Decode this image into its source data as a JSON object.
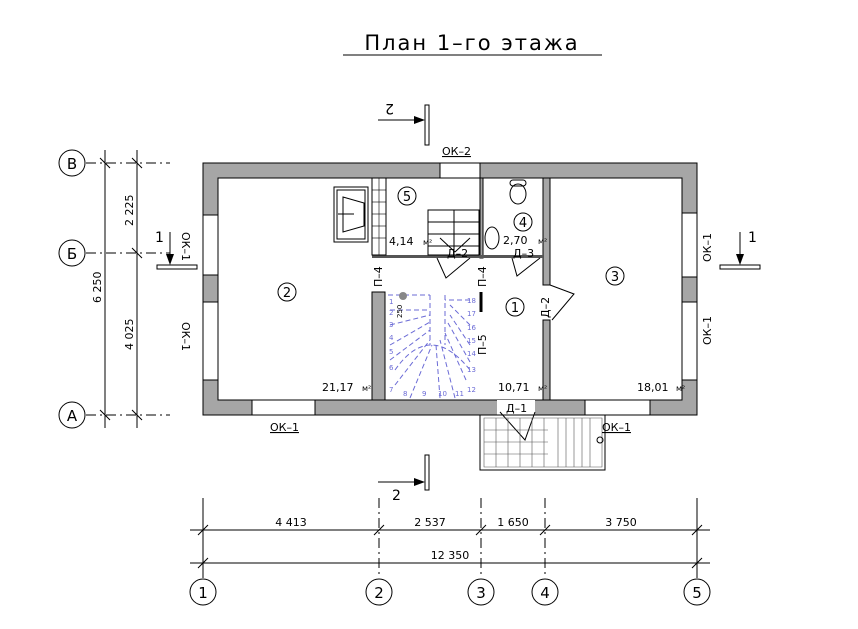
{
  "title": "План 1–го этажа",
  "rooms": [
    {
      "num": "1",
      "area": "10,71",
      "unit": "м²"
    },
    {
      "num": "2",
      "area": "21,17",
      "unit": "м²"
    },
    {
      "num": "3",
      "area": "18,01",
      "unit": "м²"
    },
    {
      "num": "4",
      "area": "2,70",
      "unit": "м²"
    },
    {
      "num": "5",
      "area": "4,14",
      "unit": "м²"
    }
  ],
  "windows": {
    "ok1": "ОК–1",
    "ok2": "ОК–2"
  },
  "doors": {
    "d1": "Д–1",
    "d2": "Д–2",
    "d3": "Д–3"
  },
  "openings": {
    "p4": "П–4",
    "p5": "П–5"
  },
  "sections": {
    "s1": "1",
    "s2": "2"
  },
  "axes": {
    "horizontal": [
      "1",
      "2",
      "3",
      "4",
      "5"
    ],
    "vertical": [
      "А",
      "Б",
      "В"
    ]
  },
  "dimensions": {
    "horizontal": [
      "4 413",
      "2 537",
      "1 650",
      "3 750"
    ],
    "horizontal_total": "12 350",
    "vertical": [
      "2 225",
      "4 025"
    ],
    "vertical_total": "6 250"
  },
  "stair_steps": [
    "1",
    "2",
    "3",
    "4",
    "5",
    "6",
    "7",
    "8",
    "9",
    "10",
    "11",
    "12",
    "13",
    "14",
    "15",
    "16",
    "17",
    "18"
  ],
  "stair_note": "250"
}
